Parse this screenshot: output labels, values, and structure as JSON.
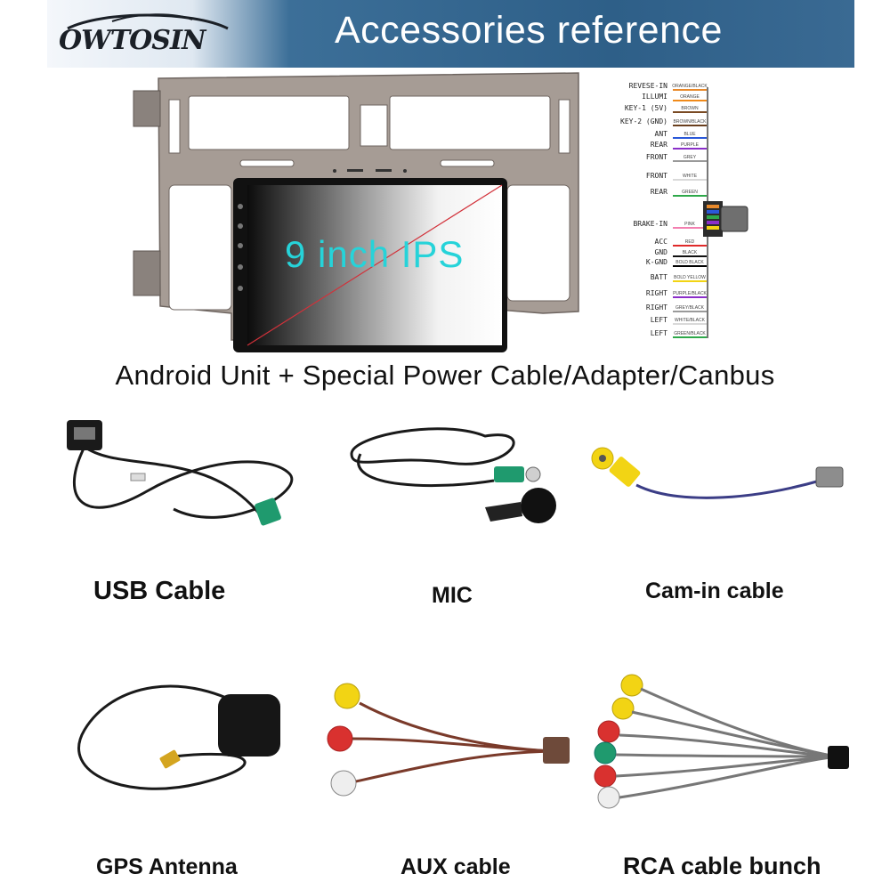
{
  "header": {
    "brand": "OWTOSIN",
    "title": "Accessories reference"
  },
  "unit": {
    "screen_text": "9 inch IPS"
  },
  "wiring": [
    {
      "label": "REVESE-IN",
      "color_name": "ORANGE/BLACK",
      "color": "#e8892b"
    },
    {
      "label": "ILLUMI",
      "color_name": "ORANGE",
      "color": "#f08a1a"
    },
    {
      "label": "KEY-1 (5V)",
      "color_name": "BROWN",
      "color": "#7a4a23"
    },
    {
      "label": "KEY-2 (GND)",
      "color_name": "BROWN/BLACK",
      "color": "#6a3f1e"
    },
    {
      "label": "ANT",
      "color_name": "BLUE",
      "color": "#2a58d8"
    },
    {
      "label": "REAR",
      "color_name": "PURPLE",
      "color": "#8b2fc9"
    },
    {
      "label": "FRONT",
      "color_name": "GREY",
      "color": "#9a9a9a"
    },
    {
      "label": "FRONT",
      "color_name": "WHITE",
      "color": "#d9d9d9"
    },
    {
      "label": "REAR",
      "color_name": "GREEN",
      "color": "#2ea84a"
    },
    {
      "label": "BRAKE-IN",
      "color_name": "PINK",
      "color": "#f37fb0"
    },
    {
      "label": "ACC",
      "color_name": "RED",
      "color": "#e02a2a"
    },
    {
      "label": "GND",
      "color_name": "BLACK",
      "color": "#111111"
    },
    {
      "label": "K-GND",
      "color_name": "BOLD BLACK",
      "color": "#000000"
    },
    {
      "label": "BATT",
      "color_name": "BOLD YELLOW",
      "color": "#f2d414"
    },
    {
      "label": "RIGHT",
      "color_name": "PURPLE/BLACK",
      "color": "#8b2fc9"
    },
    {
      "label": "RIGHT",
      "color_name": "GREY/BLACK",
      "color": "#9a9a9a"
    },
    {
      "label": "LEFT",
      "color_name": "WHITE/BLACK",
      "color": "#d9d9d9"
    },
    {
      "label": "LEFT",
      "color_name": "GREEN/BLACK",
      "color": "#2ea84a"
    }
  ],
  "subtitle": "Android Unit + Special Power Cable/Adapter/Canbus",
  "accessories": [
    {
      "label": "USB Cable"
    },
    {
      "label": "MIC"
    },
    {
      "label": "Cam-in cable"
    },
    {
      "label": "GPS Antenna"
    },
    {
      "label": "AUX cable"
    },
    {
      "label": "RCA cable bunch"
    }
  ],
  "colors": {
    "header_blue": "#2e5f88",
    "screen_text": "#26d3d9",
    "frame": "#a69c95",
    "rca_yellow": "#f2d414",
    "rca_red": "#d9312f",
    "rca_white": "#eeeeee",
    "rca_green": "#1f9a6e"
  }
}
